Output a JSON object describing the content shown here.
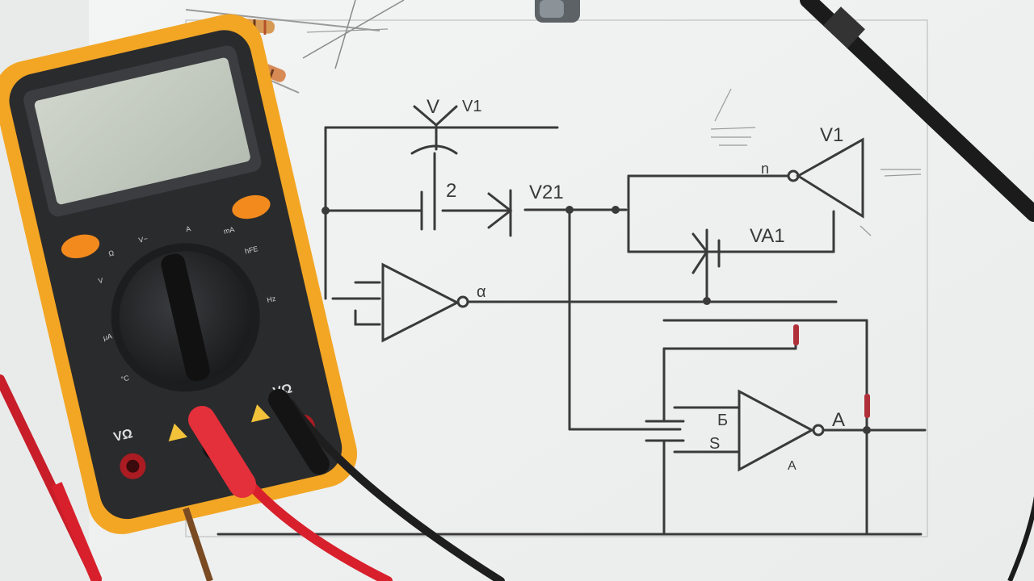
{
  "scene": {
    "description_type": "photo",
    "paper_color": "#f6f7f7",
    "ink_color": "#3a3a3a",
    "multimeter_body_color": "#f2a624",
    "multimeter_face_color": "#2a2b2d",
    "lcd_color": "#c6cdc2",
    "probe_red_color": "#d8202c",
    "probe_black_color": "#1e1e1e"
  },
  "schematic": {
    "labels": {
      "v_top": "V",
      "v1_top": "V1",
      "n2": "2",
      "v2": "V21",
      "v1_right": "V1",
      "n_right": "n",
      "va": "VA1",
      "alpha": "α",
      "b": "Б",
      "s": "S",
      "a_out": "A",
      "a_bottom": "A"
    }
  },
  "multimeter": {
    "port_label_left": "VΩ",
    "port_label_right": "VΩ"
  }
}
